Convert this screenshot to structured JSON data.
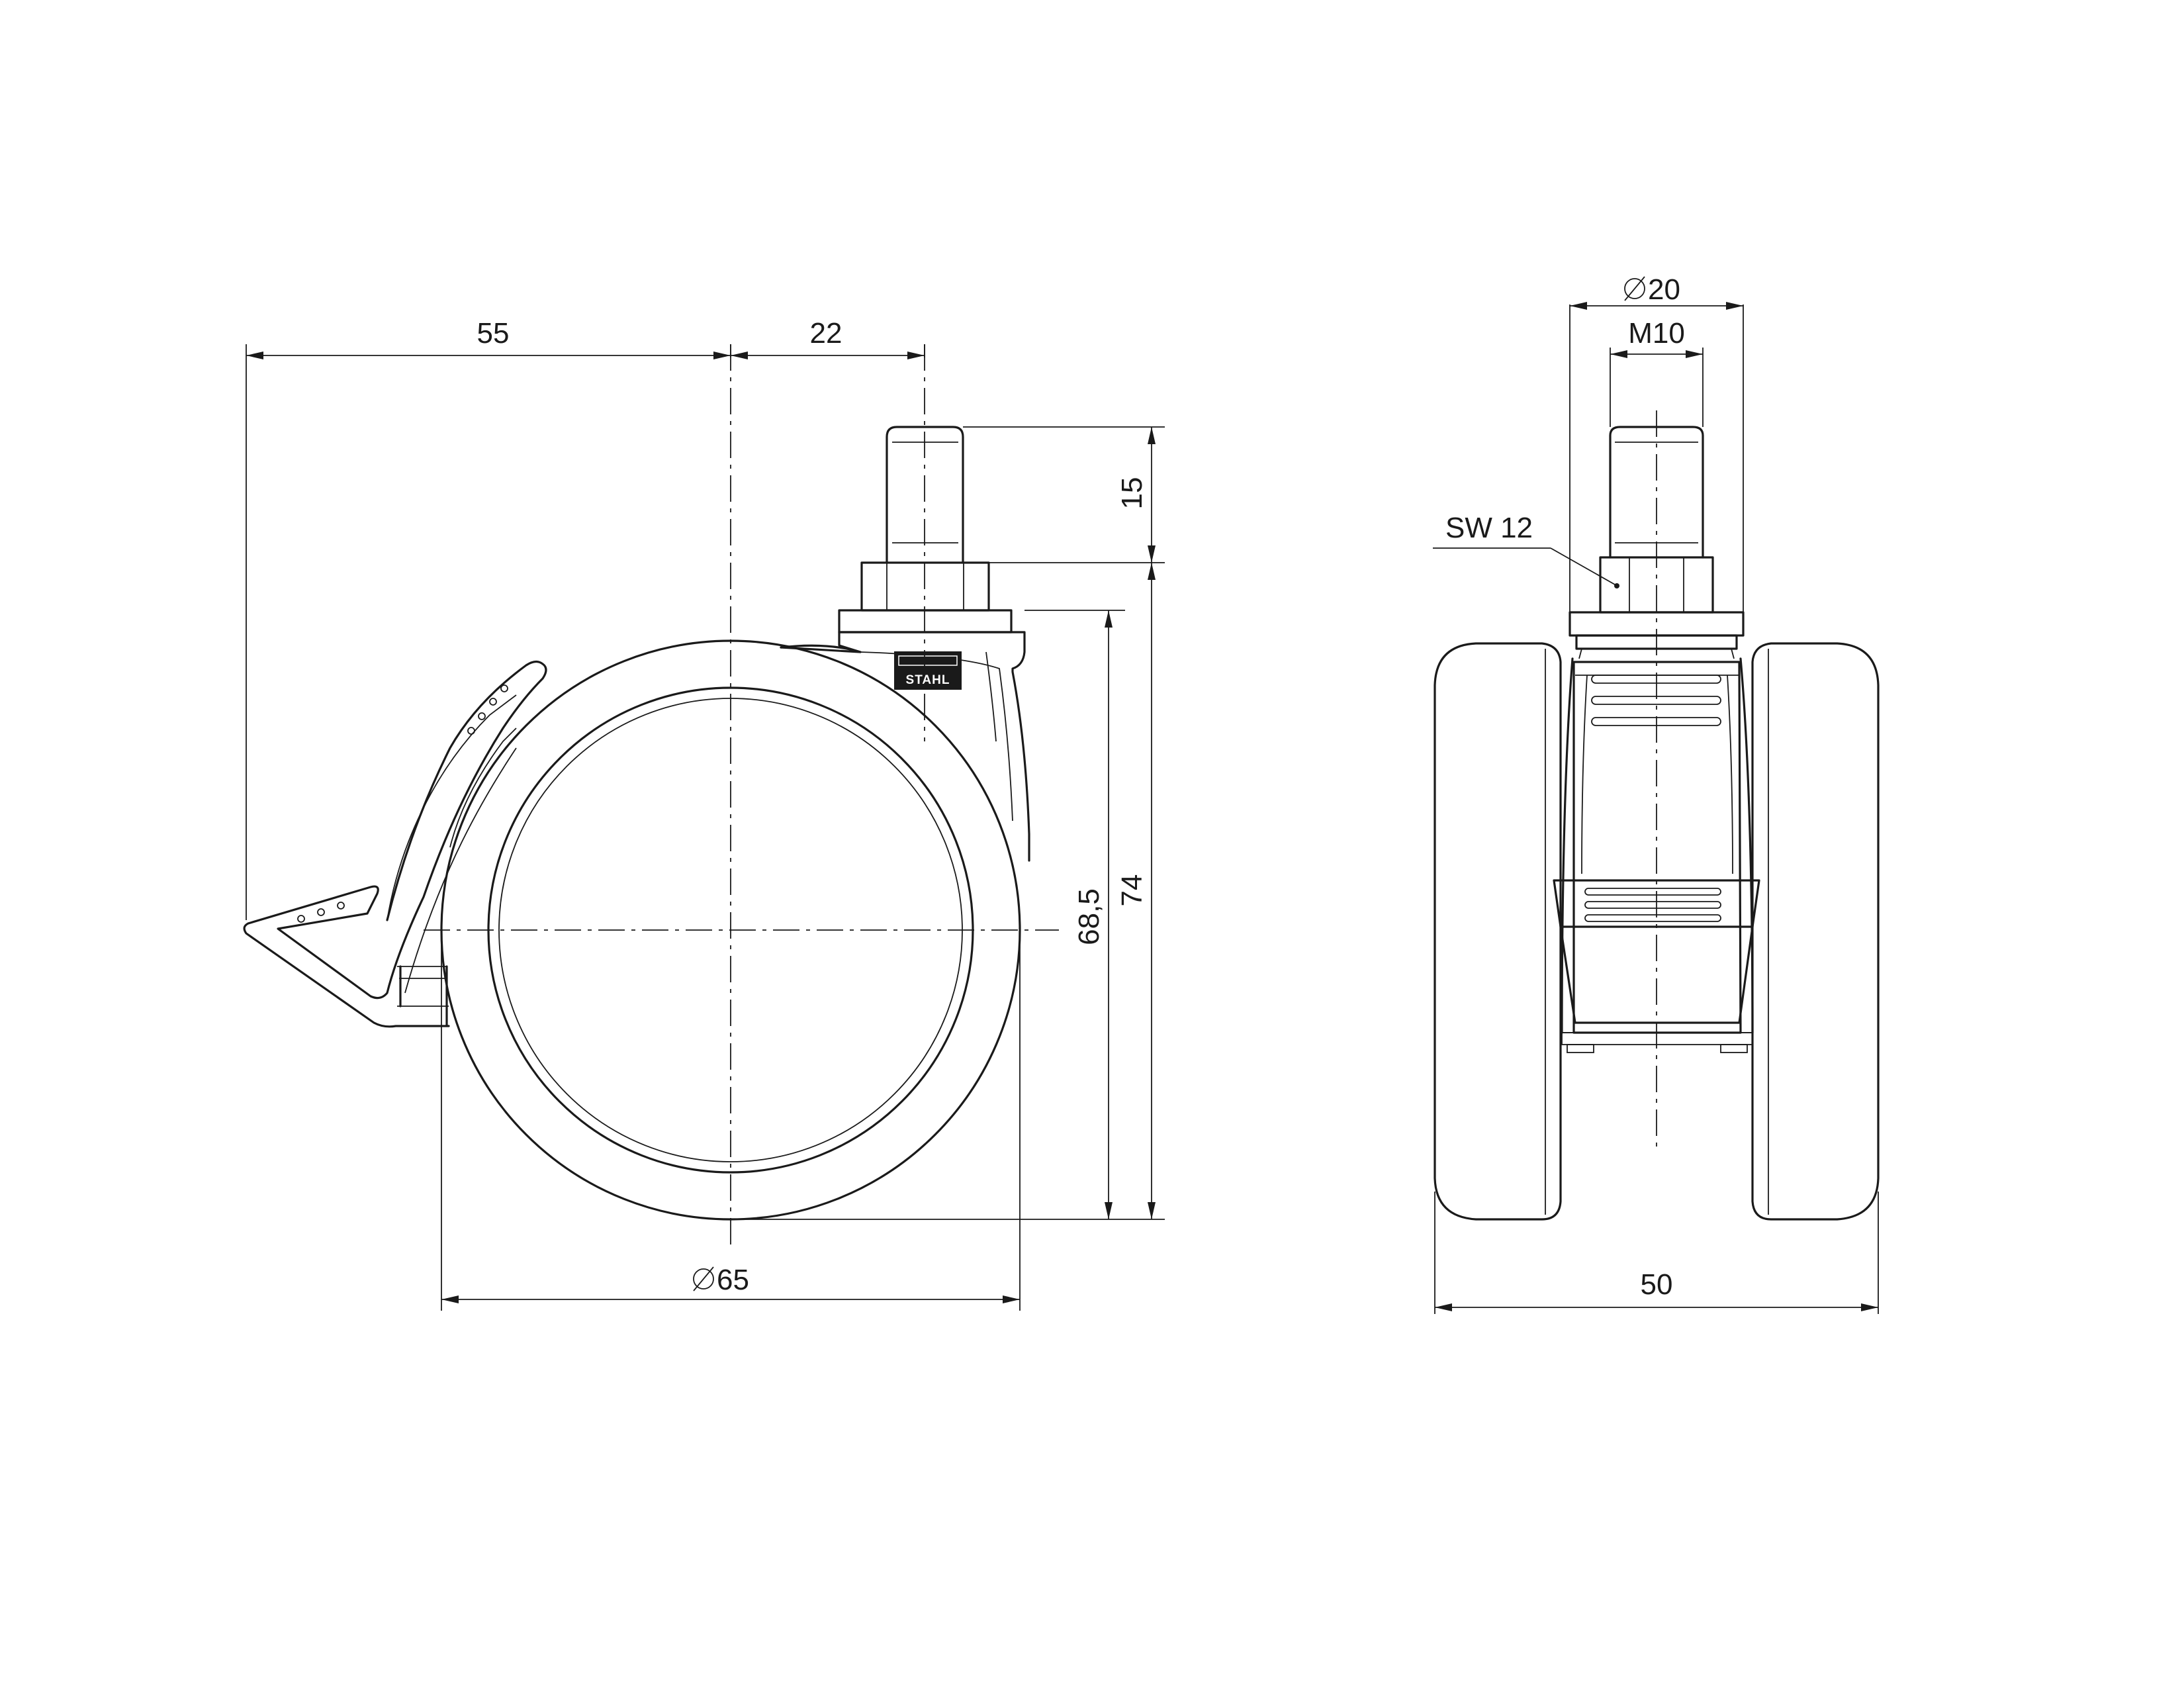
{
  "dimensions": {
    "side_view": {
      "offset_brake": "55",
      "offset_stem": "22",
      "stem_length": "15",
      "housing_height": "68,5",
      "total_height": "74",
      "wheel_diameter": "65"
    },
    "front_view": {
      "collar_diameter": "20",
      "thread": "M10",
      "wrench_size": "SW 12",
      "width": "50"
    }
  },
  "logo": {
    "text": "STAHL"
  },
  "colors": {
    "line": "#1a1a1a",
    "background": "#ffffff"
  }
}
